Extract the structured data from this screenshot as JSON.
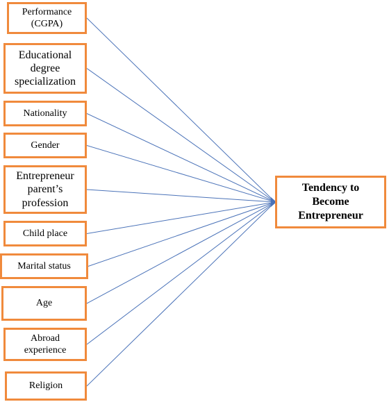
{
  "diagram": {
    "factors": [
      {
        "label": "Performance\n(CGPA)"
      },
      {
        "label": "Educational\ndegree\nspecialization"
      },
      {
        "label": "Nationality"
      },
      {
        "label": "Gender"
      },
      {
        "label": "Entrepreneur\nparent’s\nprofession"
      },
      {
        "label": "Child place"
      },
      {
        "label": "Marital status"
      },
      {
        "label": "Age"
      },
      {
        "label": "Abroad\nexperience"
      },
      {
        "label": "Religion"
      }
    ],
    "outcome": {
      "label": "Tendency to\nBecome\nEntrepreneur"
    },
    "colors": {
      "box_border": "#f08a3c",
      "connector_line": "#4a72b8",
      "arrow_head": "#4a72b8"
    }
  }
}
